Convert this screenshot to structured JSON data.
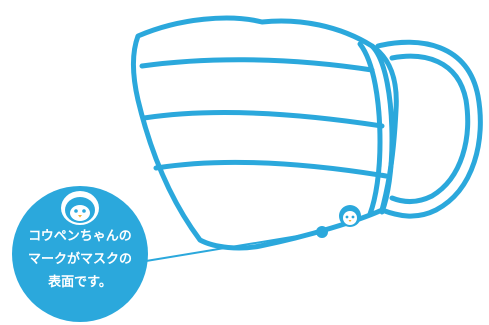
{
  "callout": {
    "lines": [
      "コウペンちゃんの",
      "マークがマスクの",
      "表面です。"
    ]
  },
  "colors": {
    "mask_outline": "#2ba8dc",
    "callout_fill": "#2ba8dc",
    "background": "#ffffff",
    "penguin_body": "#2ba8dc",
    "penguin_face": "#ffffff"
  },
  "icons": [
    "penguin-character-icon",
    "penguin-mark-small-icon"
  ]
}
